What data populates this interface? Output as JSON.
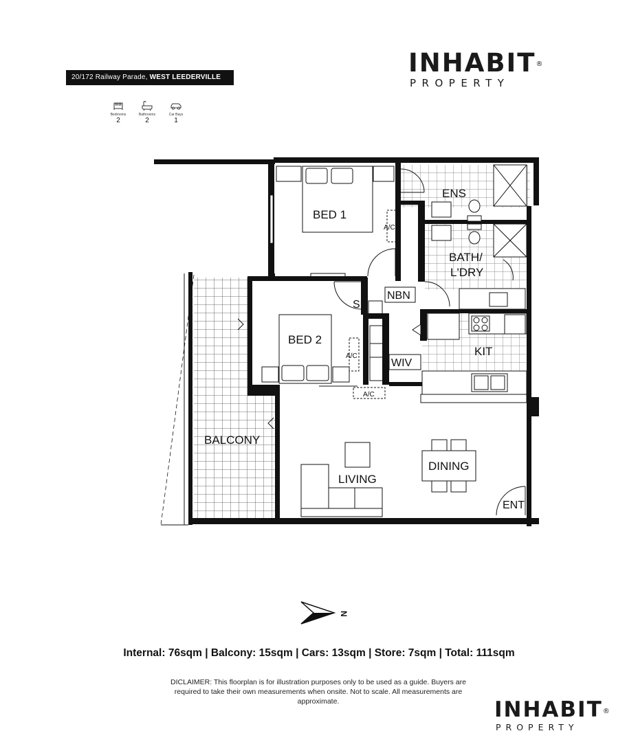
{
  "header": {
    "address_prefix": "20/172 Railway Parade,",
    "address_suburb": "WEST LEEDERVILLE"
  },
  "brand": {
    "name": "INHABIT",
    "registered": "®",
    "tagline": "PROPERTY"
  },
  "stats": [
    {
      "label": "Bedrooms",
      "value": "2",
      "icon": "bed-icon"
    },
    {
      "label": "Bathrooms",
      "value": "2",
      "icon": "bath-icon"
    },
    {
      "label": "Car Bays",
      "value": "1",
      "icon": "car-icon"
    }
  ],
  "rooms": {
    "bed1": "BED 1",
    "ens": "ENS",
    "bath_line1": "BATH/",
    "bath_line2": "L'DRY",
    "nbn": "NBN",
    "sb": "SB",
    "bed2": "BED 2",
    "wiv": "WIV",
    "kit": "KIT",
    "ac1": "A/C",
    "ac2": "A/C",
    "ac3": "A/C",
    "balcony": "BALCONY",
    "living": "LIVING",
    "dining": "DINING",
    "ent": "ENT"
  },
  "compass": {
    "label": "N",
    "icon": "north-arrow-icon"
  },
  "areas": "Internal: 76sqm | Balcony: 15sqm | Cars: 13sqm | Store: 7sqm | Total: 111sqm",
  "disclaimer": "DICLAIMER: This floorplan is for illustration purposes only to be used as a guide. Buyers are required to take their own measurements when onsite. Not to scale. All measurements are approximate.",
  "colors": {
    "wall": "#111111",
    "tile": "#555555",
    "background": "#ffffff"
  }
}
